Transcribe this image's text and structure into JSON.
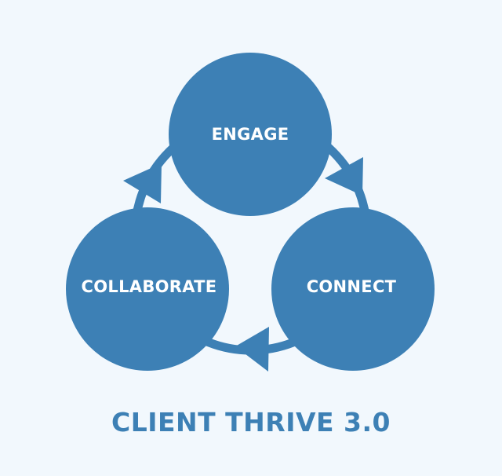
{
  "nodes": [
    "ENGAGE",
    "CONNECT",
    "COLLABORATE"
  ],
  "title": "CLIENT THRIVE 3.0",
  "colors": {
    "accent": "#3d80b5",
    "background": "#f2f8fd"
  }
}
